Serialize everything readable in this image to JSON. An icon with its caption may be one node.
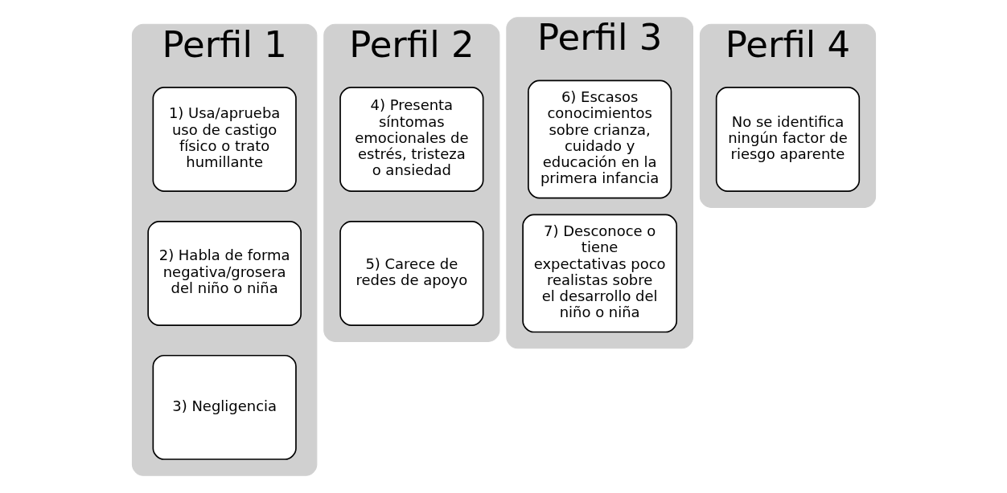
{
  "diagram": {
    "nodes": [
      {
        "text": [
          "Perfil 1"
        ]
      },
      {
        "text": [
          "1) Usa/aprueba uso de castigo físico o trato humillante"
        ],
        "in": 0
      },
      {
        "text": [
          "2) Habla de forma negativa/grosera del niño o niña"
        ],
        "in": 0
      },
      {
        "text": [
          "3) Negligencia"
        ],
        "in": 0
      },
      {
        "text": [
          "Perfil 2"
        ]
      },
      {
        "text": [
          "4) Presenta síntomas emocionales de estrés, tristeza o ansiedad"
        ],
        "in": 4
      },
      {
        "text": [
          "5) Carece de redes de apoyo"
        ],
        "in": 4
      },
      {
        "text": [
          "Perfil 3"
        ]
      },
      {
        "text": [
          "6) Escasos conocimientos sobre crianza, cuidado y educación en la primera infancia"
        ],
        "in": 7
      },
      {
        "text": [
          "7) Desconoce o tiene expectativas poco realistas sobre el desarrollo del niño o niña"
        ],
        "in": 7
      },
      {
        "text": [
          "Perfil 4"
        ]
      },
      {
        "text": [
          "No se identifica ningún factor de riesgo aparente"
        ],
        "in": 10
      }
    ],
    "edges": []
  }
}
